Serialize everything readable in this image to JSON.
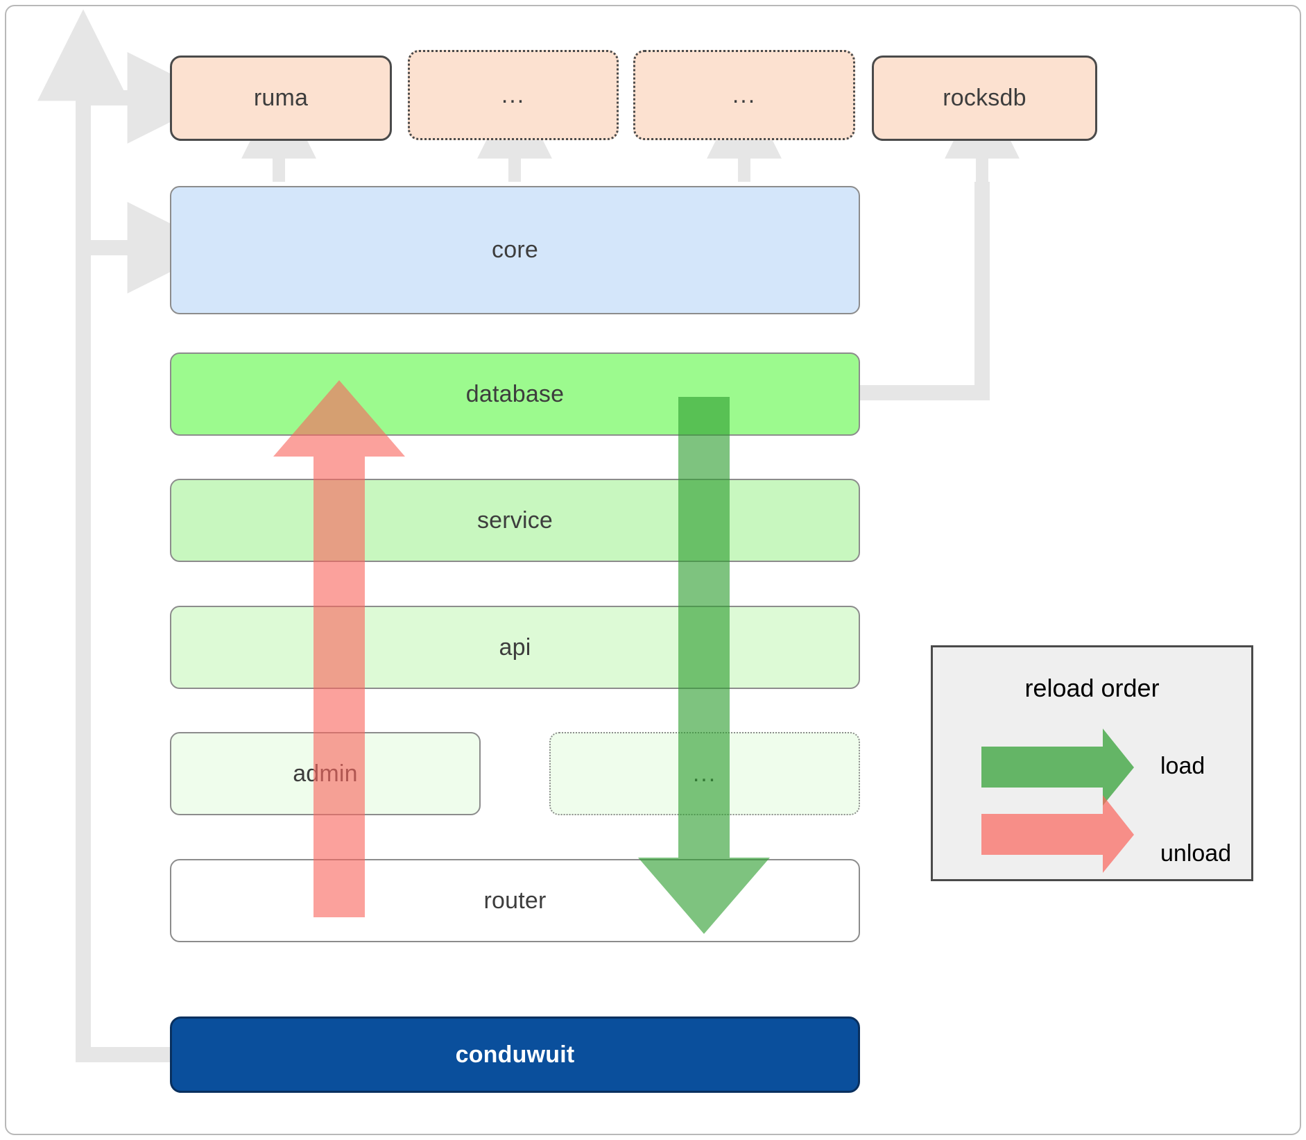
{
  "diagram": {
    "title": "conduwuit crate dependency and reload order diagram",
    "colors": {
      "dependency_fill": "#fce1d0",
      "dependency_stroke": "#4a4a4a",
      "core_fill": "#d4e6fa",
      "crate_stroke": "#8c8c8c",
      "database_fill": "#9cfa8e",
      "service_fill": "#c8f7bf",
      "api_fill": "#ddfad6",
      "admin_fill": "#effdec",
      "router_fill": "#ffffff",
      "binary_fill": "#0a4f9c",
      "binary_text": "#ffffff",
      "connector_gray": "#e6e6e6",
      "load_green": "#4fa84a",
      "unload_red": "#f97f7f",
      "legend_bg": "#efefef",
      "legend_border": "#4a4a4a",
      "frame_border": "#b8b8b8"
    },
    "dependencies": [
      {
        "label": "ruma",
        "style": "solid"
      },
      {
        "label": "...",
        "style": "dotted"
      },
      {
        "label": "...",
        "style": "dotted"
      },
      {
        "label": "rocksdb",
        "style": "solid"
      }
    ],
    "layers": [
      {
        "label": "core",
        "fill": "#d4e6fa",
        "style": "solid"
      },
      {
        "label": "database",
        "fill": "#9cfa8e",
        "style": "solid"
      },
      {
        "label": "service",
        "fill": "#c8f7bf",
        "style": "solid"
      },
      {
        "label": "api",
        "fill": "#ddfad6",
        "style": "solid"
      },
      {
        "label": "admin",
        "fill": "#effdec",
        "style": "solid"
      },
      {
        "label": "...",
        "fill": "#effdec",
        "style": "dotted"
      },
      {
        "label": "router",
        "fill": "#ffffff",
        "style": "solid"
      }
    ],
    "binary": {
      "label": "conduwuit"
    },
    "legend": {
      "title": "reload order",
      "entries": [
        {
          "label": "load",
          "color": "#4fa84a",
          "direction": "down"
        },
        {
          "label": "unload",
          "color": "#f97f7f",
          "direction": "up"
        }
      ]
    }
  }
}
